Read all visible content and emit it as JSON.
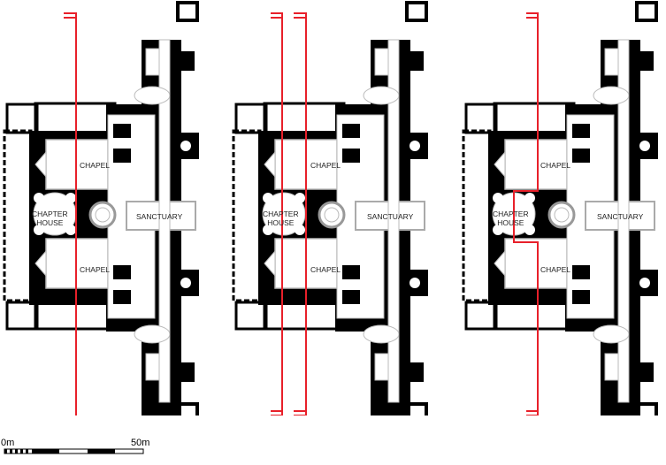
{
  "panels": [
    {
      "id": "plan-a",
      "labels": {
        "chapel_top": "CHAPEL",
        "chapter_house_1": "CHAPTER",
        "chapter_house_2": "HOUSE",
        "sanctuary": "SANCTUARY",
        "chapel_bottom": "CHAPEL"
      },
      "section_lines": 1
    },
    {
      "id": "plan-b",
      "labels": {
        "chapel_top": "CHAPEL",
        "chapter_house_1": "CHAPTER",
        "chapter_house_2": "HOUSE",
        "sanctuary": "SANCTUARY",
        "chapel_bottom": "CHAPEL"
      },
      "section_lines": 2
    },
    {
      "id": "plan-c",
      "labels": {
        "chapel_top": "CHAPEL",
        "chapter_house_1": "CHAPTER",
        "chapter_house_2": "HOUSE",
        "sanctuary": "SANCTUARY",
        "chapel_bottom": "CHAPEL"
      },
      "section_lines": 1,
      "stepped": true
    }
  ],
  "scale_bar": {
    "start": "0m",
    "end": "50m"
  },
  "colors": {
    "section_line": "#e8202a",
    "wall": "#000000",
    "floor_outline": "#b8b8b8"
  }
}
